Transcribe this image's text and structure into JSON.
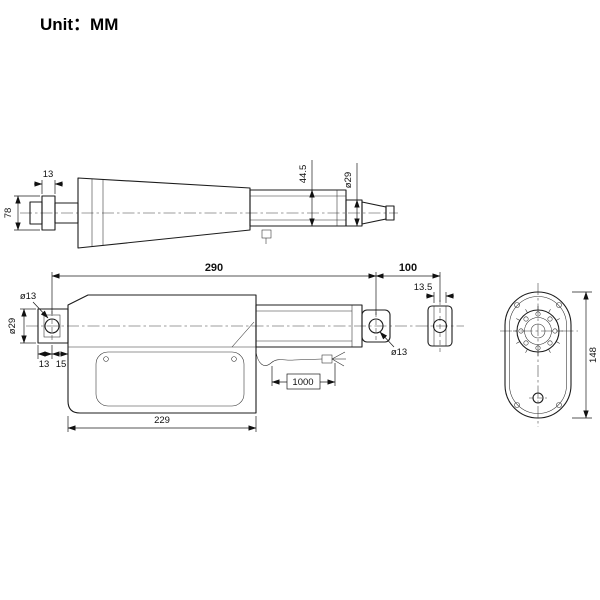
{
  "title": "Unit：MM",
  "views": {
    "top": {
      "dim_pin_width": "13",
      "dim_rear_height": "78",
      "dim_tube_od": "44.5",
      "dim_rod_od": "ø29"
    },
    "front": {
      "dim_overall": "290",
      "dim_bracket_gap": "100",
      "dim_bracket_width": "13.5",
      "dim_rear_hole": "ø13",
      "dim_rear_boss": "ø29",
      "dim_rear_edge": "13",
      "dim_rear_offset": "15",
      "dim_cable": "1000",
      "dim_body": "229",
      "dim_front_hole": "ø13"
    },
    "end": {
      "dim_height": "148"
    }
  }
}
